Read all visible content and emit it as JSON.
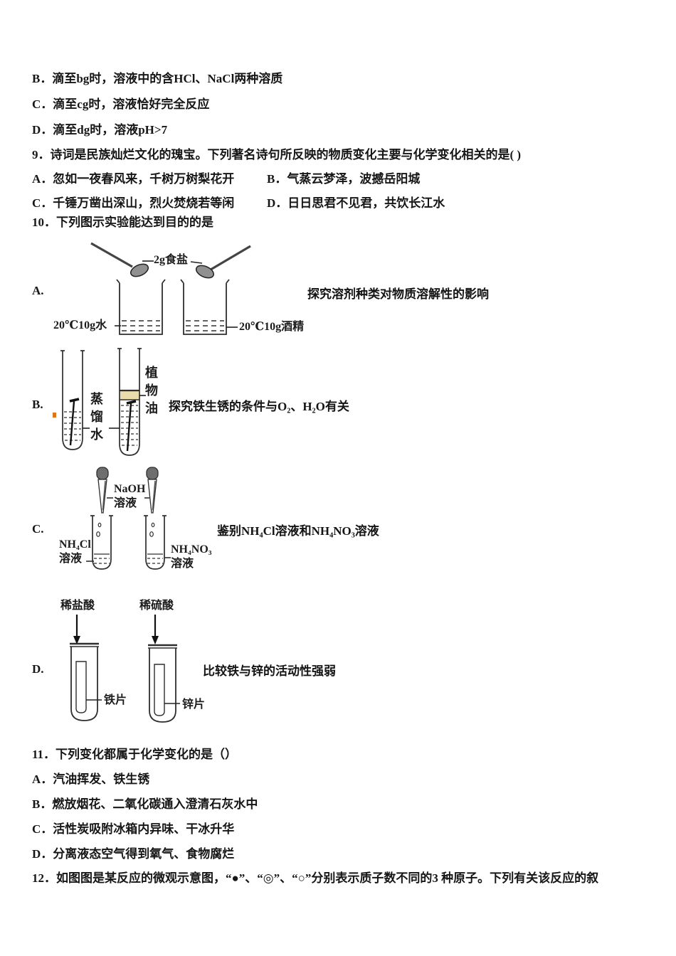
{
  "colors": {
    "ink": "#161616",
    "stroke": "#333333",
    "oil_band": "#e9ddad",
    "accent_dot": "#e0761a"
  },
  "q8_options": [
    "B．滴至bg时，溶液中的含HCl、NaCl两种溶质",
    "C．滴至cg时，溶液恰好完全反应",
    "D．滴至dg时，溶液pH>7"
  ],
  "q9": {
    "stem": "9．诗词是民族灿烂文化的瑰宝。下列著名诗句所反映的物质变化主要与化学变化相关的是( )",
    "optA": "A．忽如一夜春风来，千树万树梨花开",
    "optB": "B．气蒸云梦泽，波撼岳阳城",
    "optC": "C．千锤万凿出深山，烈火焚烧若等闲",
    "optD": "D．日日思君不见君，共饮长江水"
  },
  "q10": {
    "stem": "10．下列图示实验能达到目的的是",
    "A": {
      "label": "A.",
      "salt_label": "2g食盐",
      "water_label": "20℃10g水",
      "alcohol_label": "20℃10g酒精",
      "purpose": "探究溶剂种类对物质溶解性的影响"
    },
    "B": {
      "label": "B.",
      "left_tube_label": "蒸馏水",
      "right_tube_label": "植物油",
      "purpose": "探究铁生锈的条件与O₂、H₂O有关"
    },
    "C": {
      "label": "C.",
      "dropper_label": "NaOH溶液",
      "left_tube_label": "NH₄Cl溶液",
      "right_tube_label": "NH₄NO₃溶液",
      "purpose": "鉴别NH₄Cl溶液和NH₄NO₃溶液"
    },
    "D": {
      "label": "D.",
      "left_top_label": "稀盐酸",
      "right_top_label": "稀硫酸",
      "left_strip_label": "铁片",
      "right_strip_label": "锌片",
      "purpose": "比较铁与锌的活动性强弱"
    }
  },
  "q11": {
    "stem": "11．下列变化都属于化学变化的是（）",
    "options": [
      "A．汽油挥发、铁生锈",
      "B．燃放烟花、二氧化碳通入澄清石灰水中",
      "C．活性炭吸附冰箱内异味、干冰升华",
      "D．分离液态空气得到氧气、食物腐烂"
    ]
  },
  "q12_stem": "12．如图图是某反应的微观示意图，“●”、“◎”、“○”分别表示质子数不同的3 种原子。下列有关该反应的叙"
}
